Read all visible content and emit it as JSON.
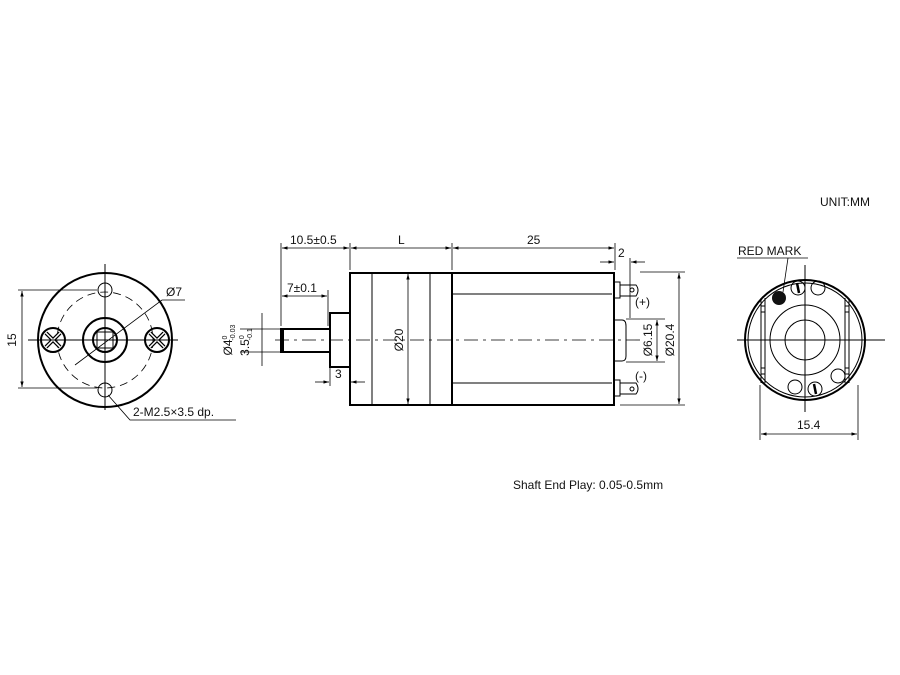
{
  "unit_label": "UNIT:MM",
  "note": "Shaft End Play: 0.05-0.5mm",
  "front_view": {
    "height_dim": "15",
    "hub_dia": "Ø7",
    "screw_callout": "2-M2.5×3.5  dp."
  },
  "side_view": {
    "shaft_length": "10.5±0.5",
    "gearbox_length": "L",
    "motor_length": "25",
    "terminal_offset": "2",
    "flat_length": "7±0.1",
    "boss_length": "3",
    "shaft_dia": "Ø4",
    "shaft_dia_tol_upper": "0",
    "shaft_dia_tol_lower": "-0.03",
    "flat_dim": "3.5",
    "flat_tol_upper": "0",
    "flat_tol_lower": "-0.1",
    "gearbox_dia": "Ø20",
    "boss_dia": "Ø6.15",
    "motor_dia": "Ø20.4",
    "terminal_plus": "(+)",
    "terminal_minus": "(-)"
  },
  "rear_view": {
    "red_mark": "RED MARK",
    "width_dim": "15.4",
    "red_mark_color": "#111111"
  }
}
